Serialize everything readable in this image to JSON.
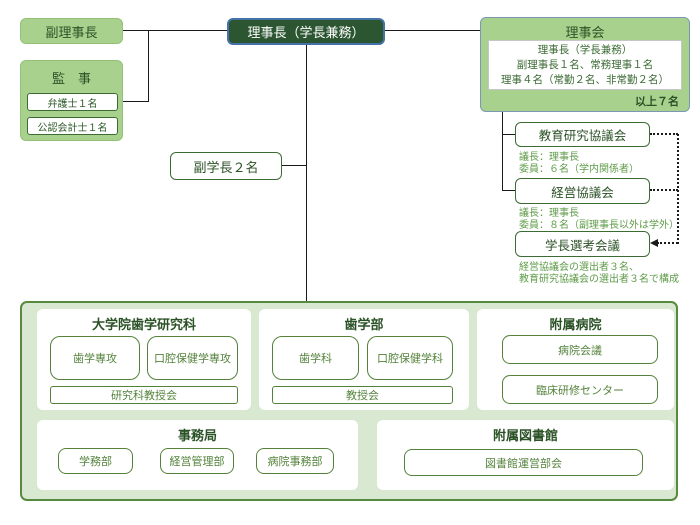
{
  "colors": {
    "accent_dark_green": "#2c5632",
    "accent_light_green": "#a9d18e",
    "panel_green": "#d9e8d0",
    "border_green": "#54823b",
    "border_blue": "#4472a8",
    "text_green_dark": "#2b5226",
    "note_green": "#5f9b49"
  },
  "chart": {
    "vice_chairman": "副理事長",
    "auditors": {
      "title": "監　事",
      "members": [
        "弁護士１名",
        "公認会計士１名"
      ]
    },
    "chairman": "理事長（学長兼務）",
    "board": {
      "title": "理事会",
      "composition": [
        "理事長（学長兼務）",
        "副理事長１名、常務理事１名",
        "理事４名（常勤２名、非常勤２名）"
      ],
      "total": "以上７名"
    },
    "vice_presidents": "副学長２名",
    "councils": [
      {
        "label": "教育研究協議会",
        "notes": [
          "議長：理事長",
          "委員：６名（学内関係者）"
        ]
      },
      {
        "label": "経営協議会",
        "notes": [
          "議長：理事長",
          "委員：８名（副理事長以外は学外）"
        ]
      },
      {
        "label": "学長選考会議",
        "notes": [
          "経営協議会の選出者３名、",
          "教育研究協議会の選出者３名で構成"
        ]
      }
    ],
    "organization": {
      "graduate_school": {
        "title": "大学院歯学研究科",
        "units": [
          "歯学専攻",
          "口腔保健学専攻"
        ],
        "council": "研究科教授会"
      },
      "faculty": {
        "title": "歯学部",
        "units": [
          "歯学科",
          "口腔保健学科"
        ],
        "council": "教授会"
      },
      "hospital": {
        "title": "附属病院",
        "units": [
          "病院会議",
          "臨床研修センター"
        ]
      },
      "admin": {
        "title": "事務局",
        "units": [
          "学務部",
          "経営管理部",
          "病院事務部"
        ]
      },
      "library": {
        "title": "附属図書館",
        "units": [
          "図書館運営部会"
        ]
      }
    }
  }
}
